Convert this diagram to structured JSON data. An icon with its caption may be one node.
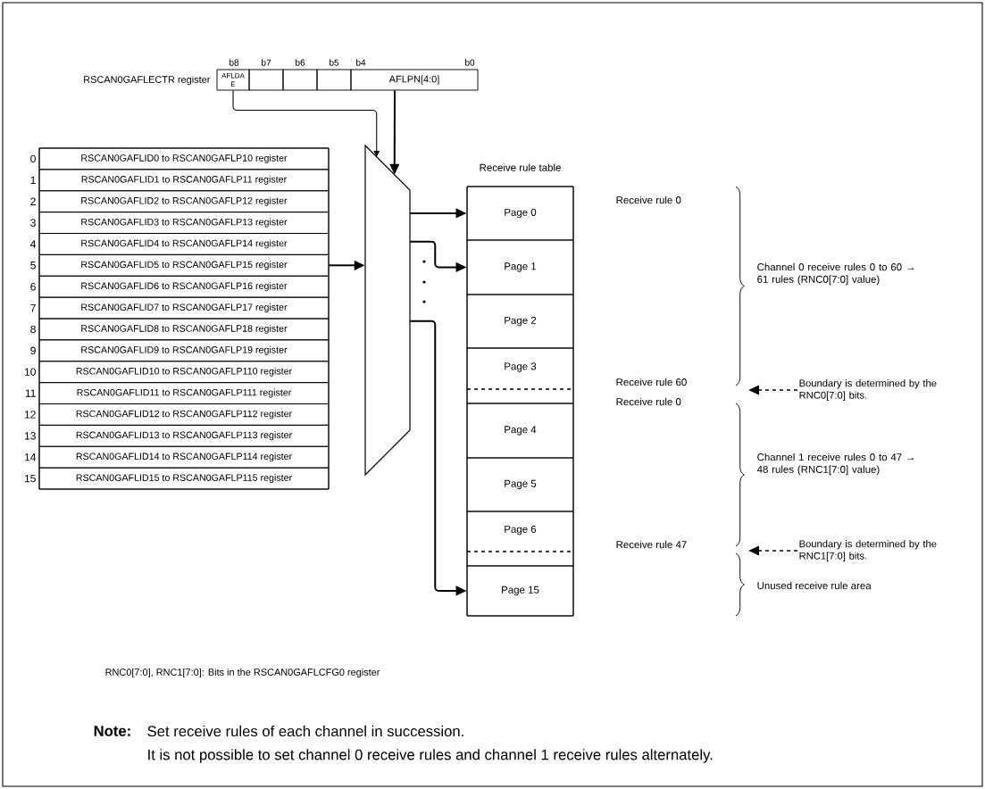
{
  "diagram": {
    "nodes": [
      {
        "text": [
          "AFLDA E"
        ]
      },
      {
        "text": [],
        "shape": "box"
      },
      {
        "text": [],
        "shape": "box"
      },
      {
        "text": [],
        "shape": "box"
      },
      {
        "text": [
          "AFLPN[4:0]"
        ]
      },
      {
        "text": [],
        "shape": "box"
      },
      {
        "text": [
          "RSCAN0GAFLID0 to RSCAN0GAFLP10 register"
        ],
        "beside": [
          "0"
        ],
        "in": 5
      },
      {
        "text": [
          "RSCAN0GAFLID1 to RSCAN0GAFLP11 register"
        ],
        "beside": [
          "1"
        ],
        "in": 5
      },
      {
        "text": [
          "RSCAN0GAFLID2 to RSCAN0GAFLP12 register"
        ],
        "beside": [
          "2"
        ],
        "in": 5
      },
      {
        "text": [
          "RSCAN0GAFLID3 to RSCAN0GAFLP13 register"
        ],
        "beside": [
          "3"
        ],
        "in": 5
      },
      {
        "text": [
          "RSCAN0GAFLID4 to RSCAN0GAFLP14 register"
        ],
        "beside": [
          "4"
        ],
        "in": 5
      },
      {
        "text": [
          "RSCAN0GAFLID5 to RSCAN0GAFLP15 register"
        ],
        "beside": [
          "5"
        ],
        "in": 5
      },
      {
        "text": [
          "RSCAN0GAFLID6 to RSCAN0GAFLP16 register"
        ],
        "beside": [
          "6"
        ],
        "in": 5
      },
      {
        "text": [
          "RSCAN0GAFLID7 to RSCAN0GAFLP17 register"
        ],
        "beside": [
          "7"
        ],
        "in": 5
      },
      {
        "text": [
          "RSCAN0GAFLID8 to RSCAN0GAFLP18 register"
        ],
        "beside": [
          "8"
        ],
        "in": 5
      },
      {
        "text": [
          "RSCAN0GAFLID9 to RSCAN0GAFLP19 register"
        ],
        "beside": [
          "9"
        ],
        "in": 5
      },
      {
        "text": [
          "RSCAN0GAFLID10 to RSCAN0GAFLP110 register"
        ],
        "beside": [
          "10"
        ],
        "in": 5
      },
      {
        "text": [
          "RSCAN0GAFLID11 to RSCAN0GAFLP111 register"
        ],
        "beside": [
          "11"
        ],
        "in": 5
      },
      {
        "text": [
          "RSCAN0GAFLID12 to RSCAN0GAFLP112 register"
        ],
        "beside": [
          "12"
        ],
        "in": 5
      },
      {
        "text": [
          "RSCAN0GAFLID13 to RSCAN0GAFLP113 register"
        ],
        "beside": [
          "13"
        ],
        "in": 5
      },
      {
        "text": [
          "RSCAN0GAFLID14 to RSCAN0GAFLP114 register"
        ],
        "beside": [
          "14"
        ],
        "in": 5
      },
      {
        "text": [
          "RSCAN0GAFLID15 to RSCAN0GAFLP115 register"
        ],
        "beside": [
          "15"
        ],
        "in": 5
      },
      {
        "text": [],
        "shape": "trapezoid"
      },
      {
        "text": [
          "Receive rule table"
        ]
      },
      {
        "text": [
          "Page 0"
        ],
        "in": 23
      },
      {
        "text": [
          "Page 1"
        ],
        "in": 23
      },
      {
        "text": [
          "Page 2"
        ],
        "in": 23
      },
      {
        "text": [
          "Page 3"
        ],
        "in": 23
      },
      {
        "text": [
          "Page 4"
        ],
        "in": 23
      },
      {
        "text": [
          "Page 5"
        ],
        "in": 23
      },
      {
        "text": [
          "Page 6"
        ],
        "in": 23
      },
      {
        "text": [
          "Page 15"
        ],
        "in": 23
      },
      {
        "text": [
          "Boundary is determined by the RNC0[7:0] bits."
        ]
      },
      {
        "text": [
          "Boundary is determined by the RNC1[7:0] bits."
        ]
      }
    ],
    "edges": [
      {
        "from": 0,
        "to": 22,
        "arrow": "to"
      },
      {
        "from": 4,
        "to": 22,
        "arrow": "to"
      },
      {
        "from": 5,
        "to": 22,
        "arrow": "to"
      },
      {
        "from": 22,
        "to": 24,
        "arrow": "to"
      },
      {
        "from": 22,
        "to": 25,
        "arrow": "to"
      },
      {
        "from": 22,
        "to": 31,
        "arrow": "to"
      },
      {
        "from": 32,
        "to": null,
        "arrow": "to",
        "style": "dashed"
      },
      {
        "from": 33,
        "to": null,
        "arrow": "to",
        "style": "dashed"
      }
    ],
    "labels": [
      "RSCAN0GAFLECTR register",
      "b8",
      "b7",
      "b6",
      "b5",
      "b4",
      "b0",
      "Receive rule 0",
      "Channel 0 receive rules 0 to 60 → 61 rules (RNC0[7:0] value)",
      "Receive rule 60",
      "Receive rule 0",
      "Channel 1 receive rules 0 to 47 → 48 rules (RNC1[7:0] value)",
      "Receive rule 47",
      "Unused receive rule area",
      "RNC0[7:0], RNC1[7:0]: Bits in the RSCAN0GAFLCFG0 register",
      "Note:",
      "Set receive rules of each channel in succession.",
      "It is not possible to set channel 0 receive rules and channel 1 receive rules alternately."
    ]
  }
}
